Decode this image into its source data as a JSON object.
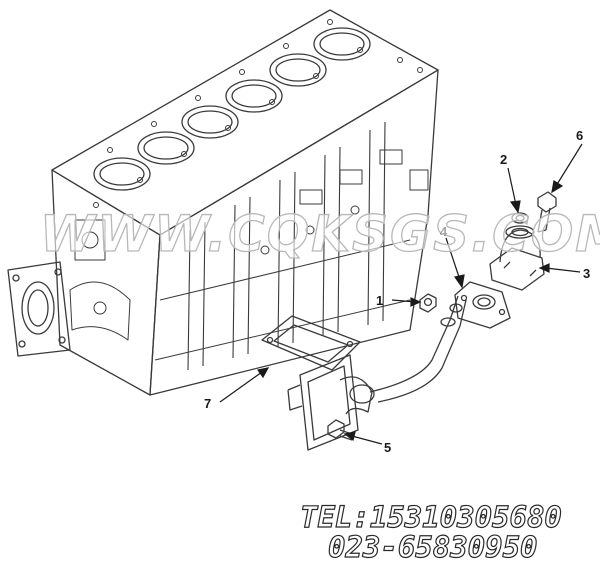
{
  "callouts": [
    {
      "id": "1",
      "label": "1"
    },
    {
      "id": "2",
      "label": "2"
    },
    {
      "id": "3",
      "label": "3"
    },
    {
      "id": "4",
      "label": "4"
    },
    {
      "id": "5",
      "label": "5"
    },
    {
      "id": "6",
      "label": "6"
    },
    {
      "id": "7",
      "label": "7"
    }
  ],
  "watermark": "WWW.CQKSGS.COM",
  "contact": {
    "tel": "TEL:15310305680",
    "phone": "023-65830950"
  },
  "colors": {
    "line": "#2a2a2a",
    "watermark_stroke": "#b8b8b8"
  }
}
